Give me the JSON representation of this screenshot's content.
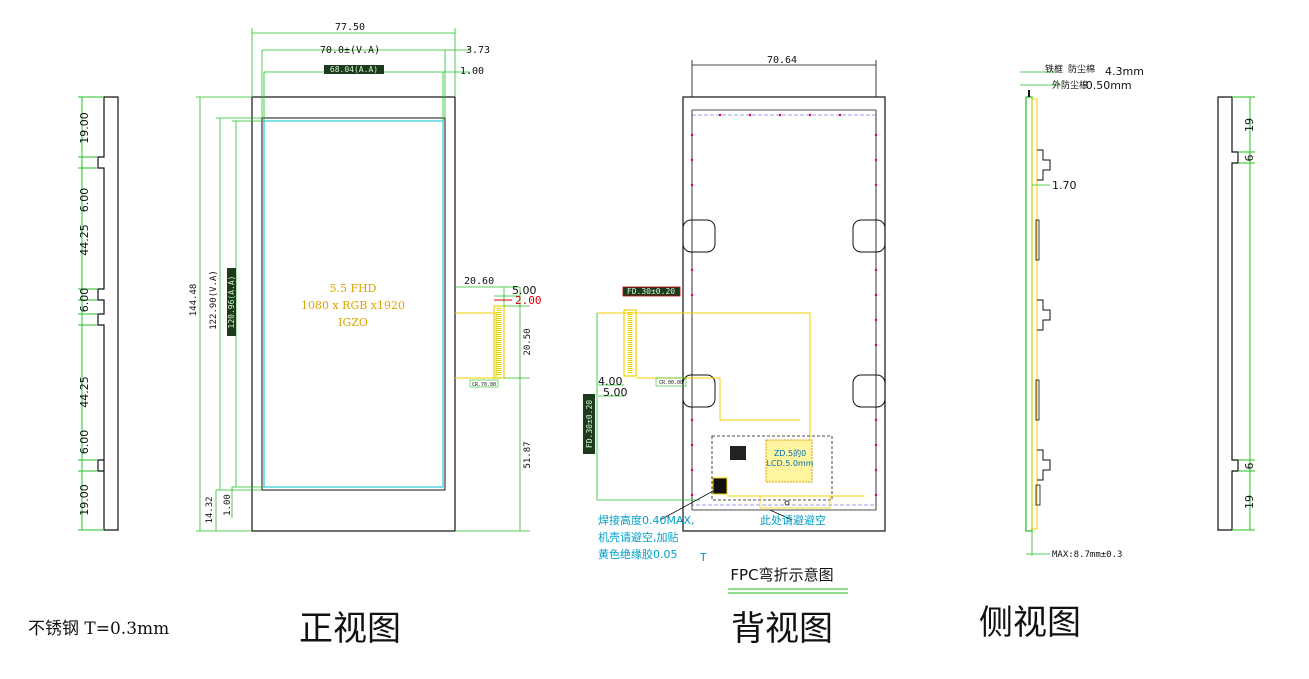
{
  "titles": {
    "front": "正视图",
    "back": "背视图",
    "side": "侧视图",
    "fpc_bend": "FPC弯折示意图"
  },
  "material_note": "不锈钢 T=0.3mm",
  "front": {
    "center_text": [
      "5.5 FHD",
      "1080 x RGB x1920",
      "IGZO"
    ],
    "dims": {
      "width_total": "77.50",
      "va_width": "70.0±(V.A)",
      "offset_top": "3.73",
      "offset_top2": "1.00",
      "aa_width_label": "68.04(A.A)",
      "height_total": "144.48",
      "va_height": "122.90(V.A)",
      "aa_height_label": "120.96(A.A)",
      "bottom_offset": "14.32",
      "bottom_offset2": "1.00",
      "fpc_width": "20.60",
      "fpc_w5": "5.00",
      "fpc_w2": "2.00",
      "fpc_height": "20.50",
      "fpc_bottom": "51.87",
      "fpc_foot": "CR.70.00"
    }
  },
  "left_bracket": {
    "dims": [
      "19.00",
      "6.00",
      "44.25",
      "6.00",
      "44.25",
      "6.00",
      "19.00"
    ]
  },
  "back": {
    "dims": {
      "width": "70.64",
      "fpc_tag": "FD.30±0.20",
      "fpc_tag2": "FD.30±0.20",
      "w4": "4.00",
      "w5": "5.00",
      "chip_label": "CR.00.00"
    },
    "notes": {
      "weld": [
        "焊接高度0.40MAX,",
        "机壳请避空,加贴",
        "黄色绝缘胶0.05"
      ],
      "weld_t": "T",
      "avoid": "此处请避避空",
      "ic": [
        "ZD.5的0",
        "LCD.5.0mm"
      ]
    }
  },
  "side": {
    "dims": {
      "iron_frame": "铁框",
      "dust_foam": "防尘棉",
      "dust_foam_val": "4.3mm",
      "outer_foam": "外防尘棉",
      "outer_foam_val": ":0.50mm",
      "t170": "1.70",
      "max_thick": "MAX:8.7mm±0.3"
    }
  },
  "right_bracket": {
    "dims": [
      "19",
      "6",
      "6",
      "19"
    ]
  }
}
